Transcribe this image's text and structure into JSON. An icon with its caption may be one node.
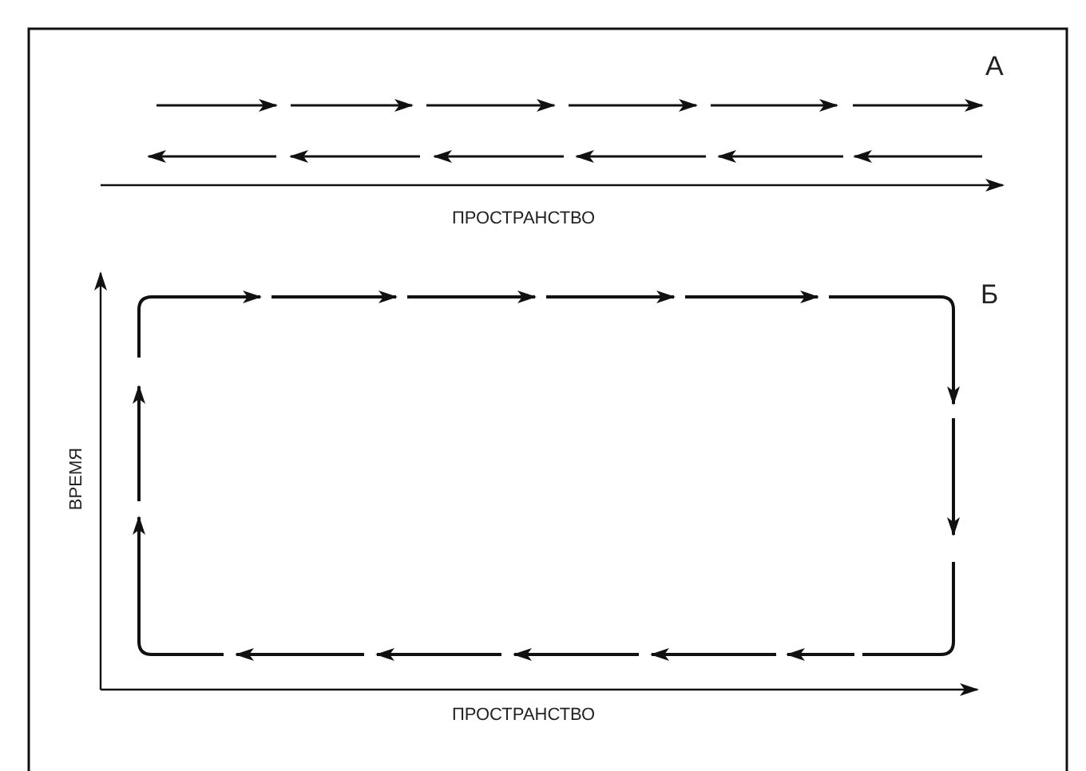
{
  "diagram": {
    "labels": [
      "А",
      "ПРОСТРАНСТВО",
      "Б",
      "ВРЕМЯ",
      "ПРОСТРАНСТВО"
    ]
  }
}
